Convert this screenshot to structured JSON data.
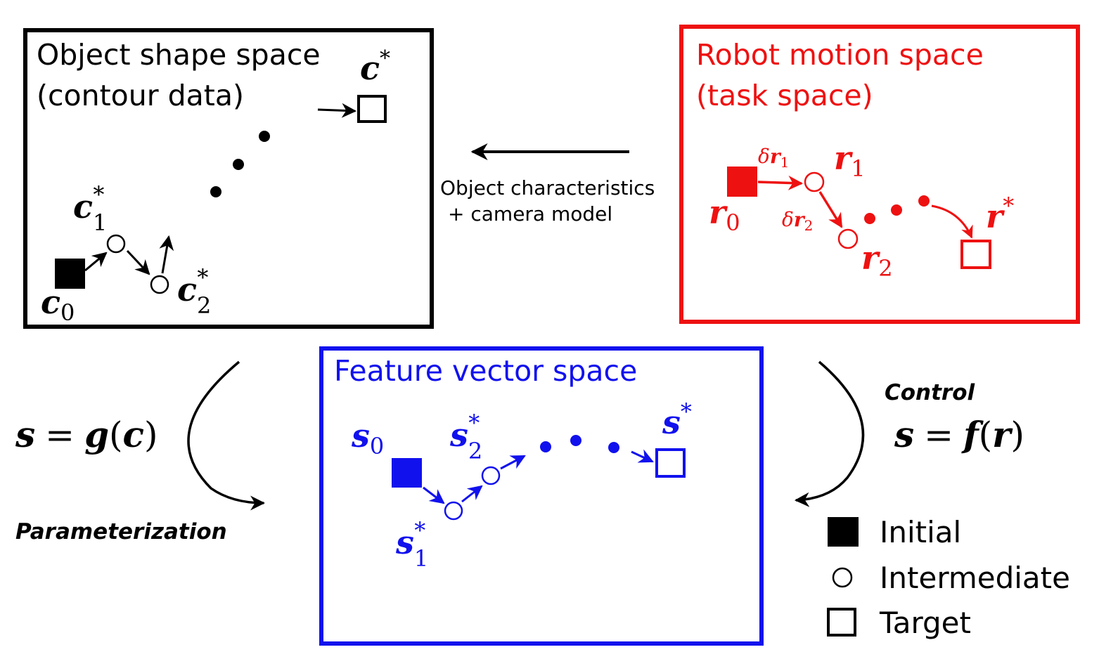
{
  "colors": {
    "shape": "#000000",
    "motion": "#ee1111",
    "feature": "#1111ee"
  },
  "shape_box": {
    "title_line1": "Object shape space",
    "title_line2": "(contour data)",
    "target_label": "c",
    "target_sup": "*",
    "initial_label": "c",
    "initial_sub": "0",
    "inter1_label": "c",
    "inter1_sub": "1",
    "inter1_sup": "*",
    "inter2_label": "c",
    "inter2_sub": "2",
    "inter2_sup": "*"
  },
  "motion_box": {
    "title_line1": "Robot motion space",
    "title_line2": "(task space)",
    "initial_label": "r",
    "initial_sub": "0",
    "inter1_label": "r",
    "inter1_sub": "1",
    "inter2_label": "r",
    "inter2_sub": "2",
    "target_label": "r",
    "target_sup": "*",
    "delta1_delta": "δ",
    "delta1_var": "r",
    "delta1_sub": "1",
    "delta2_delta": "δ",
    "delta2_var": "r",
    "delta2_sub": "2"
  },
  "feature_box": {
    "title": "Feature vector space",
    "initial_label": "s",
    "initial_sub": "0",
    "inter1_label": "s",
    "inter1_sub": "1",
    "inter1_sup": "*",
    "inter2_label": "s",
    "inter2_sub": "2",
    "inter2_sup": "*",
    "target_label": "s",
    "target_sup": "*"
  },
  "top_arrow": {
    "line1": "Object characteristics",
    "line2": "+ camera model"
  },
  "left_mapping": {
    "lhs": "s",
    "eq": "=",
    "func": "g",
    "open": "(",
    "arg": "c",
    "close": ")",
    "caption": "Parameterization"
  },
  "right_mapping": {
    "lhs": "s",
    "eq": "=",
    "func": "f",
    "open": "(",
    "arg": "r",
    "close": ")",
    "caption": "Control"
  },
  "legend": {
    "initial": "Initial",
    "intermediate": "Intermediate",
    "target": "Target"
  }
}
